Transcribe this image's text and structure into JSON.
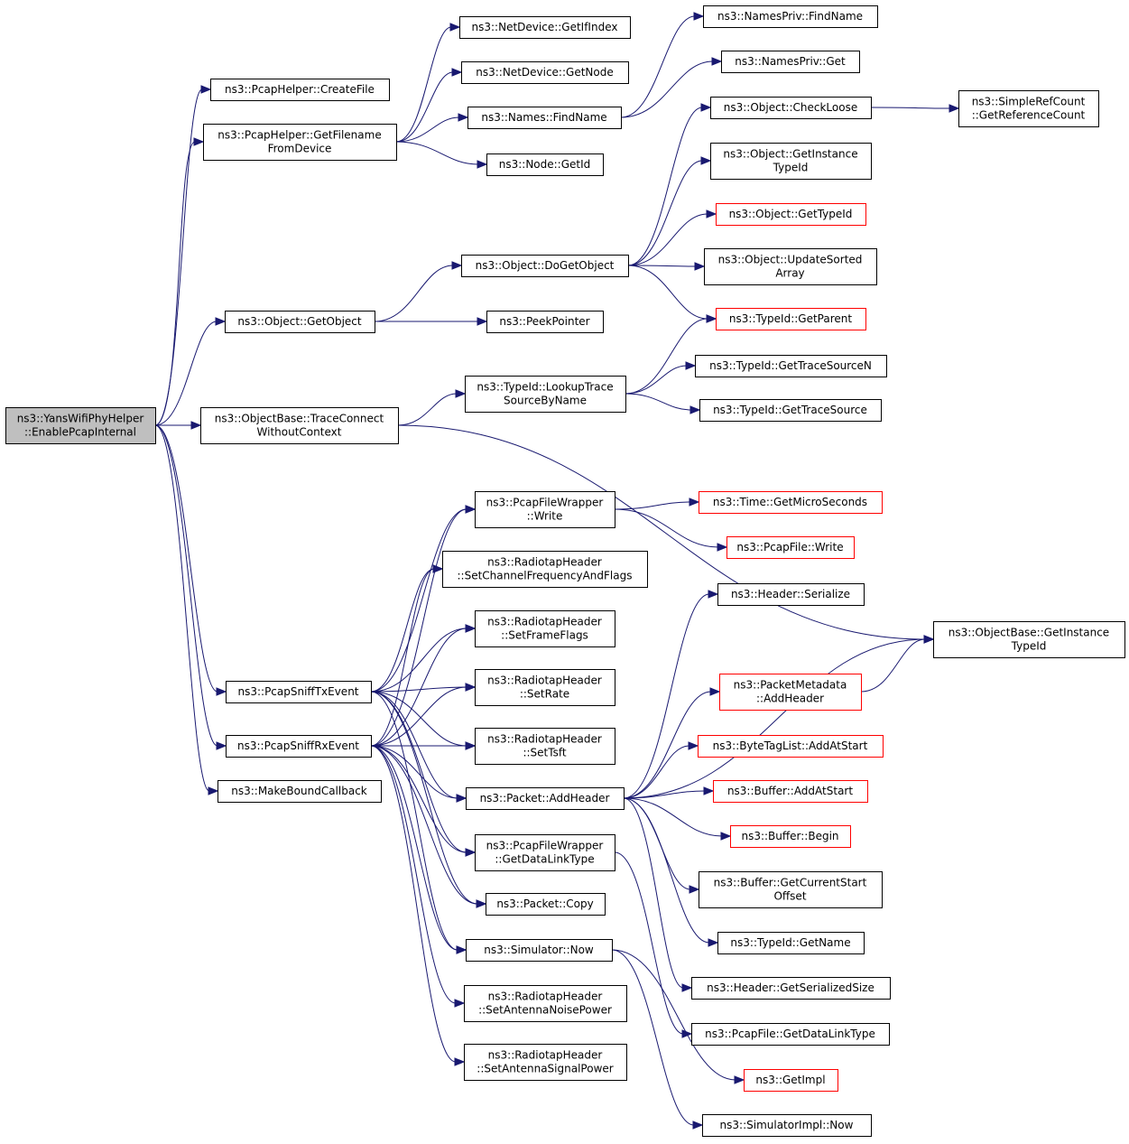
{
  "nodes": [
    {
      "id": "root",
      "lines": [
        "ns3::YansWifiPhyHelper",
        "::EnablePcapInternal"
      ],
      "style": "root"
    },
    {
      "id": "createfile",
      "lines": [
        "ns3::PcapHelper::CreateFile"
      ]
    },
    {
      "id": "getfilename",
      "lines": [
        "ns3::PcapHelper::GetFilename",
        "FromDevice"
      ]
    },
    {
      "id": "getobject",
      "lines": [
        "ns3::Object::GetObject"
      ]
    },
    {
      "id": "traceconnect",
      "lines": [
        "ns3::ObjectBase::TraceConnect",
        "WithoutContext"
      ]
    },
    {
      "id": "pcapsnifftx",
      "lines": [
        "ns3::PcapSniffTxEvent"
      ]
    },
    {
      "id": "pcapsniffrx",
      "lines": [
        "ns3::PcapSniffRxEvent"
      ]
    },
    {
      "id": "makeboundcallback",
      "lines": [
        "ns3::MakeBoundCallback"
      ]
    },
    {
      "id": "getifindex",
      "lines": [
        "ns3::NetDevice::GetIfIndex"
      ]
    },
    {
      "id": "getnode",
      "lines": [
        "ns3::NetDevice::GetNode"
      ]
    },
    {
      "id": "findname",
      "lines": [
        "ns3::Names::FindName"
      ]
    },
    {
      "id": "nodegetid",
      "lines": [
        "ns3::Node::GetId"
      ]
    },
    {
      "id": "dogetobject",
      "lines": [
        "ns3::Object::DoGetObject"
      ]
    },
    {
      "id": "peekpointer",
      "lines": [
        "ns3::PeekPointer"
      ]
    },
    {
      "id": "lookuptrace",
      "lines": [
        "ns3::TypeId::LookupTrace",
        "SourceByName"
      ]
    },
    {
      "id": "pfwwrite",
      "lines": [
        "ns3::PcapFileWrapper",
        "::Write"
      ]
    },
    {
      "id": "setchannel",
      "lines": [
        "ns3::RadiotapHeader",
        "::SetChannelFrequencyAndFlags"
      ]
    },
    {
      "id": "setframeflags",
      "lines": [
        "ns3::RadiotapHeader",
        "::SetFrameFlags"
      ]
    },
    {
      "id": "setrate",
      "lines": [
        "ns3::RadiotapHeader",
        "::SetRate"
      ]
    },
    {
      "id": "settsft",
      "lines": [
        "ns3::RadiotapHeader",
        "::SetTsft"
      ]
    },
    {
      "id": "addheader",
      "lines": [
        "ns3::Packet::AddHeader"
      ]
    },
    {
      "id": "getdatalinktype",
      "lines": [
        "ns3::PcapFileWrapper",
        "::GetDataLinkType"
      ]
    },
    {
      "id": "packetcopy",
      "lines": [
        "ns3::Packet::Copy"
      ]
    },
    {
      "id": "simnow",
      "lines": [
        "ns3::Simulator::Now"
      ]
    },
    {
      "id": "setnoise",
      "lines": [
        "ns3::RadiotapHeader",
        "::SetAntennaNoisePower"
      ]
    },
    {
      "id": "setsignal",
      "lines": [
        "ns3::RadiotapHeader",
        "::SetAntennaSignalPower"
      ]
    },
    {
      "id": "namesprivfind",
      "lines": [
        "ns3::NamesPriv::FindName"
      ]
    },
    {
      "id": "namesprivget",
      "lines": [
        "ns3::NamesPriv::Get"
      ]
    },
    {
      "id": "checkloose",
      "lines": [
        "ns3::Object::CheckLoose"
      ]
    },
    {
      "id": "getinstancetypeid",
      "lines": [
        "ns3::Object::GetInstance",
        "TypeId"
      ]
    },
    {
      "id": "objgettypeid",
      "lines": [
        "ns3::Object::GetTypeId"
      ],
      "style": "red"
    },
    {
      "id": "updatesorted",
      "lines": [
        "ns3::Object::UpdateSorted",
        "Array"
      ]
    },
    {
      "id": "getparent",
      "lines": [
        "ns3::TypeId::GetParent"
      ],
      "style": "red"
    },
    {
      "id": "gettracesourcen",
      "lines": [
        "ns3::TypeId::GetTraceSourceN"
      ]
    },
    {
      "id": "gettracesource",
      "lines": [
        "ns3::TypeId::GetTraceSource"
      ]
    },
    {
      "id": "getmicroseconds",
      "lines": [
        "ns3::Time::GetMicroSeconds"
      ],
      "style": "red"
    },
    {
      "id": "pcapfilewrite",
      "lines": [
        "ns3::PcapFile::Write"
      ],
      "style": "red"
    },
    {
      "id": "headerserialize",
      "lines": [
        "ns3::Header::Serialize"
      ]
    },
    {
      "id": "pmaddheader",
      "lines": [
        "ns3::PacketMetadata",
        "::AddHeader"
      ],
      "style": "red"
    },
    {
      "id": "bytetagaddatstart",
      "lines": [
        "ns3::ByteTagList::AddAtStart"
      ],
      "style": "red"
    },
    {
      "id": "bufferaddatstart",
      "lines": [
        "ns3::Buffer::AddAtStart"
      ],
      "style": "red"
    },
    {
      "id": "bufferbegin",
      "lines": [
        "ns3::Buffer::Begin"
      ],
      "style": "red"
    },
    {
      "id": "buffercurrentstart",
      "lines": [
        "ns3::Buffer::GetCurrentStart",
        "Offset"
      ]
    },
    {
      "id": "typeidgetname",
      "lines": [
        "ns3::TypeId::GetName"
      ]
    },
    {
      "id": "getserializedsize",
      "lines": [
        "ns3::Header::GetSerializedSize"
      ]
    },
    {
      "id": "pcapfiledatalink",
      "lines": [
        "ns3::PcapFile::GetDataLinkType"
      ]
    },
    {
      "id": "getimpl",
      "lines": [
        "ns3::GetImpl"
      ],
      "style": "red"
    },
    {
      "id": "simimplnow",
      "lines": [
        "ns3::SimulatorImpl::Now"
      ]
    },
    {
      "id": "simplerefcount",
      "lines": [
        "ns3::SimpleRefCount",
        "::GetReferenceCount"
      ]
    },
    {
      "id": "objbasegetinstance",
      "lines": [
        "ns3::ObjectBase::GetInstance",
        "TypeId"
      ]
    }
  ],
  "edges": [
    [
      "root",
      "createfile"
    ],
    [
      "root",
      "getfilename"
    ],
    [
      "root",
      "getobject"
    ],
    [
      "root",
      "traceconnect"
    ],
    [
      "root",
      "pcapsnifftx"
    ],
    [
      "root",
      "pcapsniffrx"
    ],
    [
      "root",
      "makeboundcallback"
    ],
    [
      "getfilename",
      "getifindex"
    ],
    [
      "getfilename",
      "getnode"
    ],
    [
      "getfilename",
      "findname"
    ],
    [
      "getfilename",
      "nodegetid"
    ],
    [
      "findname",
      "namesprivfind"
    ],
    [
      "findname",
      "namesprivget"
    ],
    [
      "getobject",
      "dogetobject"
    ],
    [
      "getobject",
      "peekpointer"
    ],
    [
      "dogetobject",
      "checkloose"
    ],
    [
      "dogetobject",
      "getinstancetypeid"
    ],
    [
      "dogetobject",
      "objgettypeid"
    ],
    [
      "dogetobject",
      "updatesorted"
    ],
    [
      "dogetobject",
      "getparent"
    ],
    [
      "checkloose",
      "simplerefcount"
    ],
    [
      "traceconnect",
      "lookuptrace"
    ],
    [
      "traceconnect",
      "objbasegetinstance"
    ],
    [
      "lookuptrace",
      "getparent"
    ],
    [
      "lookuptrace",
      "gettracesourcen"
    ],
    [
      "lookuptrace",
      "gettracesource"
    ],
    [
      "pcapsnifftx",
      "pfwwrite"
    ],
    [
      "pcapsnifftx",
      "setchannel"
    ],
    [
      "pcapsnifftx",
      "setframeflags"
    ],
    [
      "pcapsnifftx",
      "setrate"
    ],
    [
      "pcapsnifftx",
      "settsft"
    ],
    [
      "pcapsnifftx",
      "addheader"
    ],
    [
      "pcapsnifftx",
      "getdatalinktype"
    ],
    [
      "pcapsnifftx",
      "packetcopy"
    ],
    [
      "pcapsnifftx",
      "simnow"
    ],
    [
      "pcapsniffrx",
      "pfwwrite"
    ],
    [
      "pcapsniffrx",
      "setchannel"
    ],
    [
      "pcapsniffrx",
      "setframeflags"
    ],
    [
      "pcapsniffrx",
      "setrate"
    ],
    [
      "pcapsniffrx",
      "settsft"
    ],
    [
      "pcapsniffrx",
      "addheader"
    ],
    [
      "pcapsniffrx",
      "getdatalinktype"
    ],
    [
      "pcapsniffrx",
      "packetcopy"
    ],
    [
      "pcapsniffrx",
      "simnow"
    ],
    [
      "pcapsniffrx",
      "setnoise"
    ],
    [
      "pcapsniffrx",
      "setsignal"
    ],
    [
      "pfwwrite",
      "getmicroseconds"
    ],
    [
      "pfwwrite",
      "pcapfilewrite"
    ],
    [
      "addheader",
      "headerserialize"
    ],
    [
      "addheader",
      "objbasegetinstance"
    ],
    [
      "addheader",
      "pmaddheader"
    ],
    [
      "addheader",
      "bytetagaddatstart"
    ],
    [
      "addheader",
      "bufferaddatstart"
    ],
    [
      "addheader",
      "bufferbegin"
    ],
    [
      "addheader",
      "buffercurrentstart"
    ],
    [
      "addheader",
      "typeidgetname"
    ],
    [
      "addheader",
      "getserializedsize"
    ],
    [
      "pmaddheader",
      "objbasegetinstance"
    ],
    [
      "getdatalinktype",
      "pcapfiledatalink"
    ],
    [
      "simnow",
      "getimpl"
    ],
    [
      "simnow",
      "simimplnow"
    ]
  ]
}
